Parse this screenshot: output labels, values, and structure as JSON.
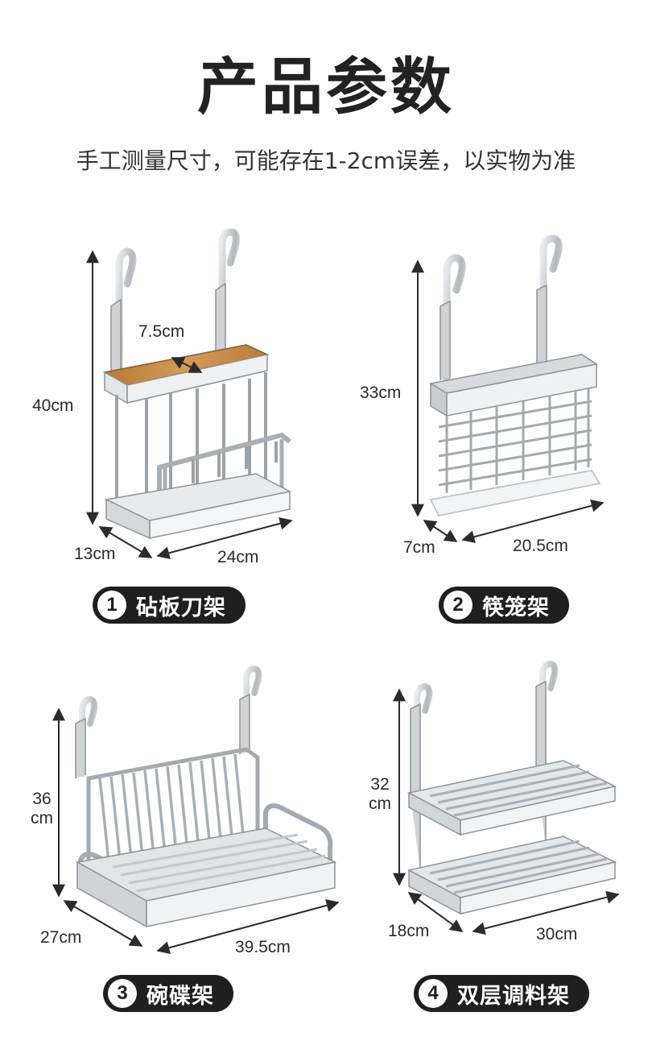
{
  "header": {
    "title": "产品参数",
    "subtitle": "手工测量尺寸，可能存在1-2cm误差，以实物为准"
  },
  "products": [
    {
      "number": "1",
      "name": "砧板刀架",
      "dims": {
        "height": "40cm",
        "inner": "7.5cm",
        "depth": "13cm",
        "width": "24cm"
      }
    },
    {
      "number": "2",
      "name": "筷笼架",
      "dims": {
        "height": "33cm",
        "depth": "7cm",
        "width": "20.5cm"
      }
    },
    {
      "number": "3",
      "name": "碗碟架",
      "dims": {
        "height_value": "36",
        "height_unit": "cm",
        "depth": "27cm",
        "width": "39.5cm"
      }
    },
    {
      "number": "4",
      "name": "双层调料架",
      "dims": {
        "height_value": "32",
        "height_unit": "cm",
        "depth": "18cm",
        "width": "30cm"
      }
    }
  ],
  "colors": {
    "steel": "#b9bec3",
    "steel_dark": "#7d8389",
    "wood": "#c8904b",
    "badge": "#1f1f1f"
  }
}
